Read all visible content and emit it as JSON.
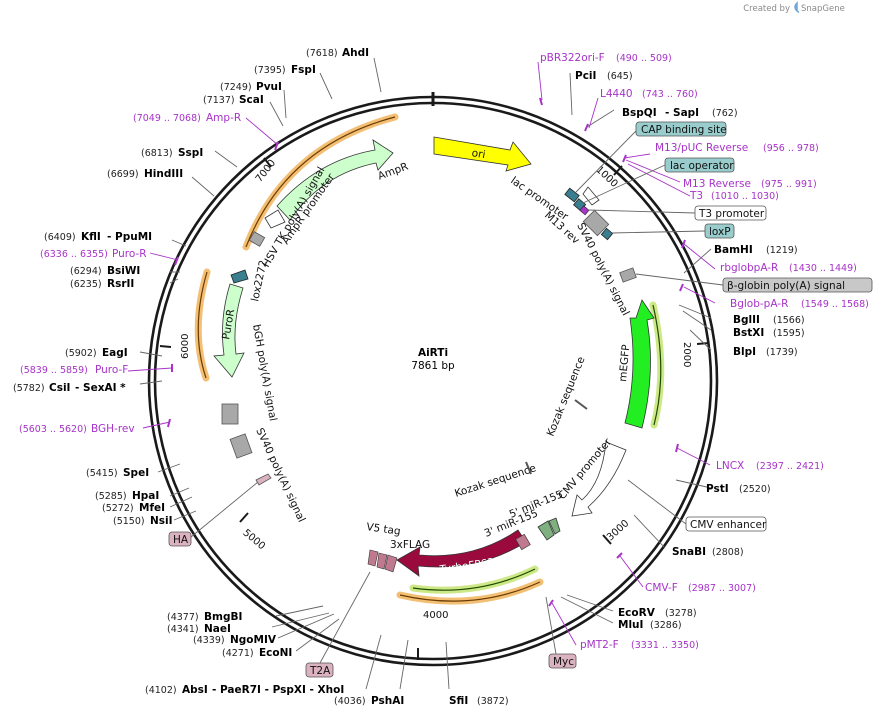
{
  "watermark": {
    "prefix": "Created by",
    "brand": "SnapGene"
  },
  "plasmid": {
    "name": "AiRTi",
    "length": "7861 bp"
  },
  "ticks": [
    "1000",
    "2000",
    "3000",
    "4000",
    "5000",
    "6000",
    "7000"
  ],
  "sites": {
    "ahdi": {
      "name": "AhdI",
      "pos": "(7618)"
    },
    "fspi": {
      "name": "FspI",
      "pos": "(7395)"
    },
    "pvui": {
      "name": "PvuI",
      "pos": "(7249)"
    },
    "scai": {
      "name": "ScaI",
      "pos": "(7137)"
    },
    "sspi": {
      "name": "SspI",
      "pos": "(6813)"
    },
    "hindiii": {
      "name": "HindIII",
      "pos": "(6699)"
    },
    "kfli": {
      "name": "KflI",
      "pos": "(6409)",
      "extra": "- PpuMI"
    },
    "bsiwi": {
      "name": "BsiWI",
      "pos": "(6294)"
    },
    "rsrii": {
      "name": "RsrII",
      "pos": "(6235)"
    },
    "eagi": {
      "name": "EagI",
      "pos": "(5902)"
    },
    "csii": {
      "name": "CsiI",
      "pos": "(5782)",
      "extra": "- SexAI *"
    },
    "spei": {
      "name": "SpeI",
      "pos": "(5415)"
    },
    "hpai": {
      "name": "HpaI",
      "pos": "(5285)"
    },
    "mfei": {
      "name": "MfeI",
      "pos": "(5272)"
    },
    "nsii": {
      "name": "NsiI",
      "pos": "(5150)"
    },
    "bmgbi": {
      "name": "BmgBI",
      "pos": "(4377)"
    },
    "naei": {
      "name": "NaeI",
      "pos": "(4341)"
    },
    "ngomiv": {
      "name": "NgoMIV",
      "pos": "(4339)"
    },
    "econi": {
      "name": "EcoNI",
      "pos": "(4271)"
    },
    "absi": {
      "name": "AbsI",
      "pos": "(4102)",
      "extra": "- PaeR7I  - PspXI  - XhoI"
    },
    "pshai": {
      "name": "PshAI",
      "pos": "(4036)"
    },
    "sfii": {
      "name": "SfiI",
      "pos": "(3872)"
    },
    "pcii": {
      "name": "PciI",
      "pos": "(645)"
    },
    "bspqi": {
      "name": "BspQI",
      "pos": "(762)",
      "extra": "- SapI"
    },
    "bamhi": {
      "name": "BamHI",
      "pos": "(1219)"
    },
    "bglii": {
      "name": "BglII",
      "pos": "(1566)"
    },
    "bstxi": {
      "name": "BstXI",
      "pos": "(1595)"
    },
    "blpi": {
      "name": "BlpI",
      "pos": "(1739)"
    },
    "psti": {
      "name": "PstI",
      "pos": "(2520)"
    },
    "snabi": {
      "name": "SnaBI",
      "pos": "(2808)"
    },
    "ecorv": {
      "name": "EcoRV",
      "pos": "(3278)"
    },
    "mlui": {
      "name": "MluI",
      "pos": "(3286)"
    }
  },
  "primers": {
    "pbr322": {
      "name": "pBR322ori-F",
      "range": "(490 .. 509)"
    },
    "l4440": {
      "name": "L4440",
      "range": "(743 .. 760)"
    },
    "m13puc": {
      "name": "M13/pUC Reverse",
      "range": "(956 .. 978)"
    },
    "m13rev": {
      "name": "M13 Reverse",
      "range": "(975 .. 991)"
    },
    "t3": {
      "name": "T3",
      "range": "(1010 .. 1030)"
    },
    "rbglob": {
      "name": "rbglobpA-R",
      "range": "(1430 .. 1449)"
    },
    "bglobpa": {
      "name": "Bglob-pA-R",
      "range": "(1549 .. 1568)"
    },
    "lncx": {
      "name": "LNCX",
      "range": "(2397 .. 2421)"
    },
    "cmvf": {
      "name": "CMV-F",
      "range": "(2987 .. 3007)"
    },
    "pmt2f": {
      "name": "pMT2-F",
      "range": "(3331 .. 3350)"
    },
    "ampr": {
      "name": "Amp-R",
      "range": "(7049 .. 7068)"
    },
    "puror": {
      "name": "Puro-R",
      "range": "(6336 .. 6355)"
    },
    "purof": {
      "name": "Puro-F",
      "range": "(5839 .. 5859)"
    },
    "bghrev": {
      "name": "BGH-rev",
      "range": "(5603 .. 5620)"
    }
  },
  "boxed": {
    "cap": "CAP binding site",
    "lacop": "lac operator",
    "t3prom": "T3 promoter",
    "loxp": "loxP",
    "bglobin": "β-globin poly(A) signal",
    "cmvenh": "CMV enhancer",
    "ha": "HA",
    "t2a": "T2A",
    "myc": "Myc"
  },
  "features": {
    "ori": "ori",
    "ampr": "AmpR",
    "amprprom": "AmpR promoter",
    "hsvtk": "HSV TK poly(A) signal",
    "lox2272": "lox2272",
    "puror": "PuroR",
    "bgh": "bGH poly(A) signal",
    "sv40a": "SV40 poly(A) signal",
    "sv40b": "SV40 poly(A) signal",
    "lacprom": "lac promoter",
    "m13rev": "M13 rev",
    "megfp": "mEGFP",
    "kozak1": "Kozak sequence",
    "kozak2": "Kozak sequence",
    "cmvprom": "CMV promoter",
    "mir5": "5' miR-155",
    "mir3": "3' miR-155",
    "turbo": "TurboFP635",
    "flag": "3xFLAG",
    "v5": "V5 tag"
  },
  "colors": {
    "backbone": "#1a1a1a",
    "ori": "#ffff00",
    "resistance": "#ccffcc",
    "egfp": "#22ee22",
    "turbo": "#9b0a3c",
    "primer": "#a733c8",
    "primer_glow": "#f2b866",
    "polyA": "#a8a8a8",
    "lox": "#3a7f8f",
    "site_box": "#99cccc",
    "tag_box": "#dbb2bf"
  }
}
